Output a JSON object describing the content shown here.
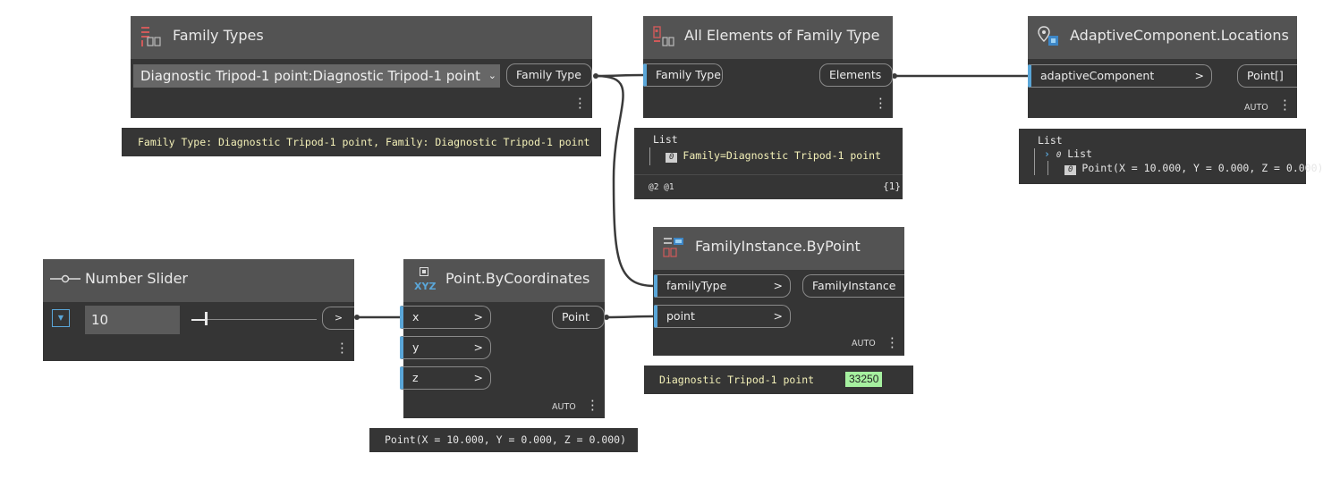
{
  "family_types": {
    "title": "Family Types",
    "dropdown_value": "Diagnostic Tripod-1 point:Diagnostic Tripod-1 point",
    "output_port": "Family Type",
    "preview": "Family Type: Diagnostic Tripod-1 point, Family: Diagnostic Tripod-1 point"
  },
  "all_elements": {
    "title": "All Elements of Family Type",
    "input_port": "Family Type",
    "output_port": "Elements",
    "preview": {
      "list_label": "List",
      "index": "0",
      "item": "Family=Diagnostic Tripod-1 point",
      "levels": "@2 @1",
      "count": "{1}"
    }
  },
  "adaptive": {
    "title": "AdaptiveComponent.Locations",
    "input_port": "adaptiveComponent",
    "output_port": "Point[]",
    "lacing": "AUTO",
    "preview": {
      "list_label": "List",
      "inner_index": "0",
      "inner_list_label": "List",
      "index": "0",
      "item": "Point(X = 10.000, Y = 0.000, Z = 0.000)"
    }
  },
  "slider": {
    "title": "Number Slider",
    "value": "10",
    "output_port": ">"
  },
  "point_by_coords": {
    "title": "Point.ByCoordinates",
    "icon_text": "XYZ",
    "inputs": [
      "x",
      "y",
      "z"
    ],
    "output_port": "Point",
    "lacing": "AUTO",
    "preview": "Point(X = 10.000, Y = 0.000, Z = 0.000)"
  },
  "family_instance": {
    "title": "FamilyInstance.ByPoint",
    "inputs": [
      "familyType",
      "point"
    ],
    "output_port": "FamilyInstance",
    "lacing": "AUTO",
    "preview_text": "Diagnostic Tripod-1 point",
    "preview_id": "33250"
  },
  "colors": {
    "canvas": "#ffffff",
    "node_body": "#353535",
    "node_header": "#535353",
    "input_accent": "#5aa6d8",
    "preview_text": "#f4f1b8",
    "element_id_bg": "#a6f0a0"
  }
}
